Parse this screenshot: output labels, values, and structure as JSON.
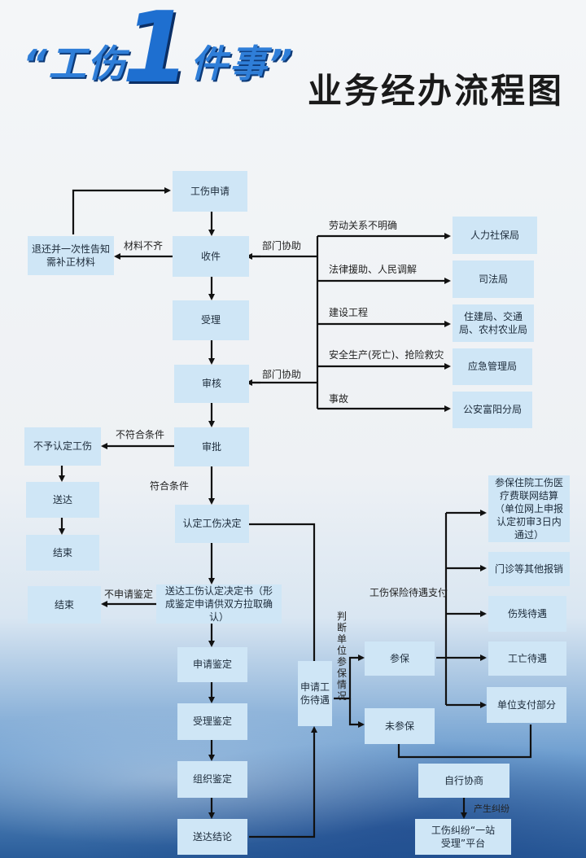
{
  "title": {
    "part1_quote_open": "“工伤",
    "part1_number": "1",
    "part1_rest": "件事”",
    "part2": "业务经办流程图"
  },
  "boxes": {
    "apply": "工伤申请",
    "return_materials": "退还并一次性告知需补正材料",
    "receive": "收件",
    "accept": "受理",
    "review": "审核",
    "approve": "审批",
    "not_recognized": "不予认定工伤",
    "deliver_1": "送达",
    "end_1": "结束",
    "decision": "认定工伤决定",
    "end_2": "结束",
    "deliver_decision": "送达工伤认定决定书（形成鉴定申请供双方拉取确认）",
    "apply_appraisal": "申请鉴定",
    "accept_appraisal": "受理鉴定",
    "organize_appraisal": "组织鉴定",
    "deliver_conclusion": "送达结论",
    "apply_benefits": "申请工伤待遇",
    "insured": "参保",
    "uninsured": "未参保",
    "self_negotiate": "自行协商",
    "dispute_platform": "工伤纠纷“一站受理”平台",
    "hr_bureau": "人力社保局",
    "justice_bureau": "司法局",
    "construction_bureaus": "住建局、交通局、农村农业局",
    "emergency_bureau": "应急管理局",
    "police_branch": "公安富阳分局",
    "hospital_settlement": "参保住院工伤医疗费联网结算（单位网上申报认定初审3日内通过）",
    "outpatient": "门诊等其他报销",
    "disability": "伤残待遇",
    "death": "工亡待遇",
    "employer_pay": "单位支付部分"
  },
  "labels": {
    "missing_materials": "材料不齐",
    "dept_assist_1": "部门协助",
    "dept_assist_2": "部门协助",
    "labor_unclear": "劳动关系不明确",
    "legal_aid": "法律援助、人民调解",
    "construction": "建设工程",
    "safety": "安全生产(死亡)、抢险救灾",
    "accident": "事故",
    "not_qualified": "不符合条件",
    "qualified": "符合条件",
    "no_appraisal": "不申请鉴定",
    "judge_insured": "判断单位参保情况",
    "insurance_payment": "工伤保险待遇支付",
    "dispute_arises": "产生纠纷"
  }
}
